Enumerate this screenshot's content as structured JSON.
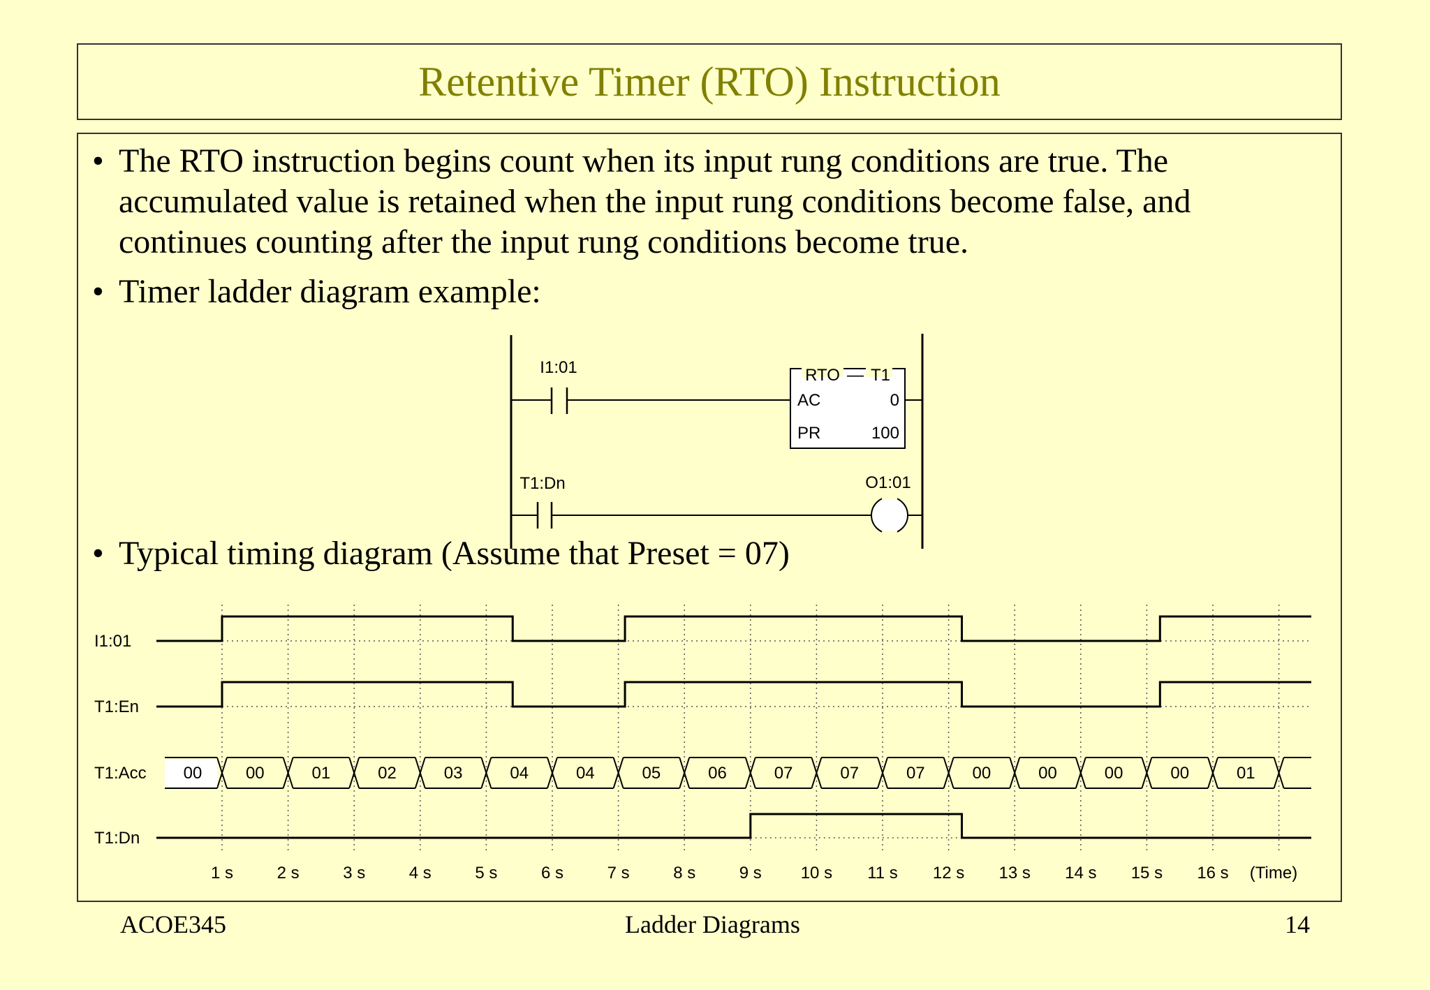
{
  "slide": {
    "title": "Retentive Timer (RTO) Instruction",
    "bullets": [
      {
        "marker": "•",
        "text": "The RTO instruction begins count when its input rung conditions are true. The accumulated value is retained when the input rung conditions become false, and continues counting after the input rung conditions become true."
      },
      {
        "marker": "•",
        "text": "Timer ladder diagram example:"
      },
      {
        "marker": "•",
        "text": "Typical timing diagram (Assume that Preset = 07)"
      }
    ]
  },
  "ladder": {
    "rung1_contact": "I1:01",
    "block_type": "RTO",
    "block_dash": "—",
    "block_tag": "T1",
    "ac_label": "AC",
    "ac_value": "0",
    "pr_label": "PR",
    "pr_value": "100",
    "rung2_contact": "T1:Dn",
    "rung2_coil": "O1:01"
  },
  "timing": {
    "signals": [
      "I1:01",
      "T1:En",
      "T1:Acc",
      "T1:Dn"
    ],
    "acc_values": [
      "00",
      "00",
      "01",
      "02",
      "03",
      "04",
      "04",
      "05",
      "06",
      "07",
      "07",
      "07",
      "00",
      "00",
      "00",
      "00",
      "01"
    ],
    "time_ticks": [
      "1 s",
      "2 s",
      "3 s",
      "4 s",
      "5 s",
      "6 s",
      "7 s",
      "8 s",
      "9 s",
      "10 s",
      "11 s",
      "12 s",
      "13 s",
      "14 s",
      "15 s",
      "16 s"
    ],
    "time_label": "(Time)",
    "i1_high_segments": [
      [
        1,
        5.4
      ],
      [
        7.1,
        12.2
      ],
      [
        15.2,
        17.5
      ]
    ],
    "en_high_segments": [
      [
        1,
        5.4
      ],
      [
        7.1,
        12.2
      ],
      [
        15.2,
        17.5
      ]
    ],
    "dn_high_segments": [
      [
        9,
        12.2
      ]
    ]
  },
  "footer": {
    "left": "ACOE345",
    "center": "Ladder Diagrams",
    "right": "14"
  }
}
